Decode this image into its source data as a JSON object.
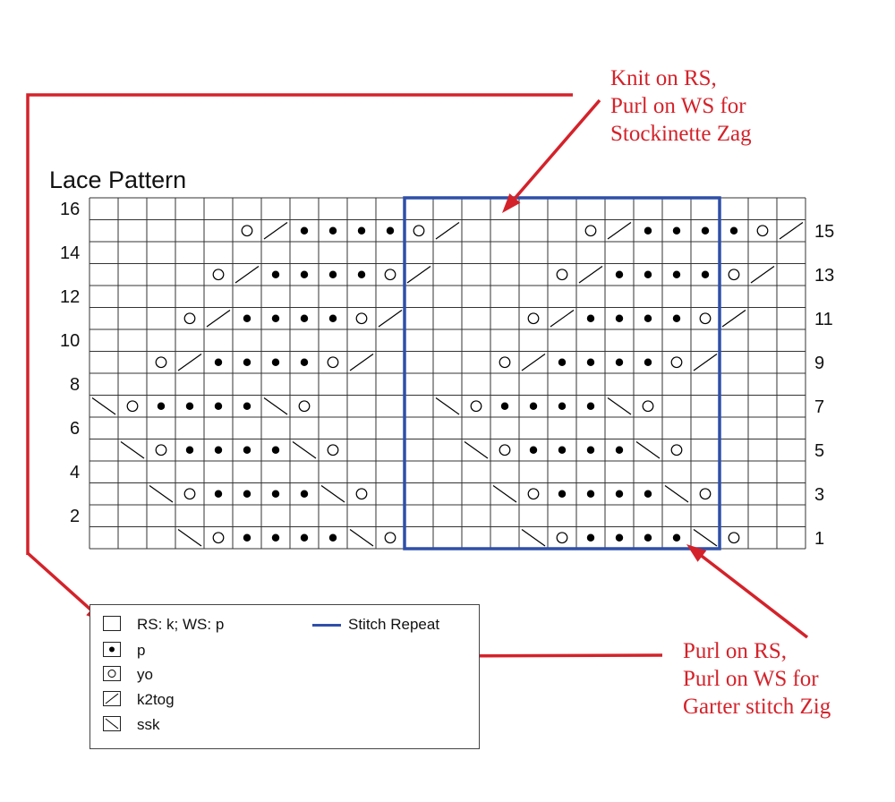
{
  "chart": {
    "title": "Lace Pattern",
    "columns": 25,
    "rows": 16,
    "left_row_numbers": [
      "16",
      "14",
      "12",
      "10",
      "8",
      "6",
      "4",
      "2"
    ],
    "right_row_numbers": [
      "15",
      "13",
      "11",
      "9",
      "7",
      "5",
      "3",
      "1"
    ],
    "repeat_columns": [
      11,
      22
    ],
    "repeat_color": "#2f4fa8",
    "grid": {
      "15": [
        "",
        "",
        "",
        "",
        "",
        "yo",
        "k2tog",
        "p",
        "p",
        "p",
        "p",
        "yo",
        "k2tog",
        "",
        "",
        "",
        "",
        "yo",
        "k2tog",
        "p",
        "p",
        "p",
        "p",
        "yo",
        "k2tog"
      ],
      "13": [
        "",
        "",
        "",
        "",
        "yo",
        "k2tog",
        "p",
        "p",
        "p",
        "p",
        "yo",
        "k2tog",
        "",
        "",
        "",
        "",
        "yo",
        "k2tog",
        "p",
        "p",
        "p",
        "p",
        "yo",
        "k2tog",
        ""
      ],
      "11": [
        "",
        "",
        "",
        "yo",
        "k2tog",
        "p",
        "p",
        "p",
        "p",
        "yo",
        "k2tog",
        "",
        "",
        "",
        "",
        "yo",
        "k2tog",
        "p",
        "p",
        "p",
        "p",
        "yo",
        "k2tog",
        "",
        ""
      ],
      "9": [
        "",
        "",
        "yo",
        "k2tog",
        "p",
        "p",
        "p",
        "p",
        "yo",
        "k2tog",
        "",
        "",
        "",
        "",
        "yo",
        "k2tog",
        "p",
        "p",
        "p",
        "p",
        "yo",
        "k2tog",
        "",
        "",
        ""
      ],
      "7": [
        "ssk",
        "yo",
        "p",
        "p",
        "p",
        "p",
        "ssk",
        "yo",
        "",
        "",
        "",
        "",
        "ssk",
        "yo",
        "p",
        "p",
        "p",
        "p",
        "ssk",
        "yo",
        "",
        "",
        "",
        "",
        ""
      ],
      "5": [
        "",
        "ssk",
        "yo",
        "p",
        "p",
        "p",
        "p",
        "ssk",
        "yo",
        "",
        "",
        "",
        "",
        "ssk",
        "yo",
        "p",
        "p",
        "p",
        "p",
        "ssk",
        "yo",
        "",
        "",
        "",
        ""
      ],
      "3": [
        "",
        "",
        "ssk",
        "yo",
        "p",
        "p",
        "p",
        "p",
        "ssk",
        "yo",
        "",
        "",
        "",
        "",
        "ssk",
        "yo",
        "p",
        "p",
        "p",
        "p",
        "ssk",
        "yo",
        "",
        "",
        ""
      ],
      "1": [
        "",
        "",
        "",
        "ssk",
        "yo",
        "p",
        "p",
        "p",
        "p",
        "ssk",
        "yo",
        "",
        "",
        "",
        "",
        "ssk",
        "yo",
        "p",
        "p",
        "p",
        "p",
        "ssk",
        "yo",
        "",
        ""
      ]
    }
  },
  "legend": {
    "items": [
      {
        "symbol": "knit",
        "label": "RS: k; WS: p"
      },
      {
        "symbol": "p",
        "label": "p"
      },
      {
        "symbol": "yo",
        "label": "yo"
      },
      {
        "symbol": "k2tog",
        "label": "k2tog"
      },
      {
        "symbol": "ssk",
        "label": "ssk"
      }
    ],
    "repeat_label": "Stitch Repeat"
  },
  "annotations": {
    "top": [
      "Knit on RS,",
      "Purl on WS for",
      "Stockinette Zag"
    ],
    "bottom": [
      "Purl on RS,",
      "Purl on WS for",
      "Garter stitch Zig"
    ],
    "color": "#d4222a"
  }
}
